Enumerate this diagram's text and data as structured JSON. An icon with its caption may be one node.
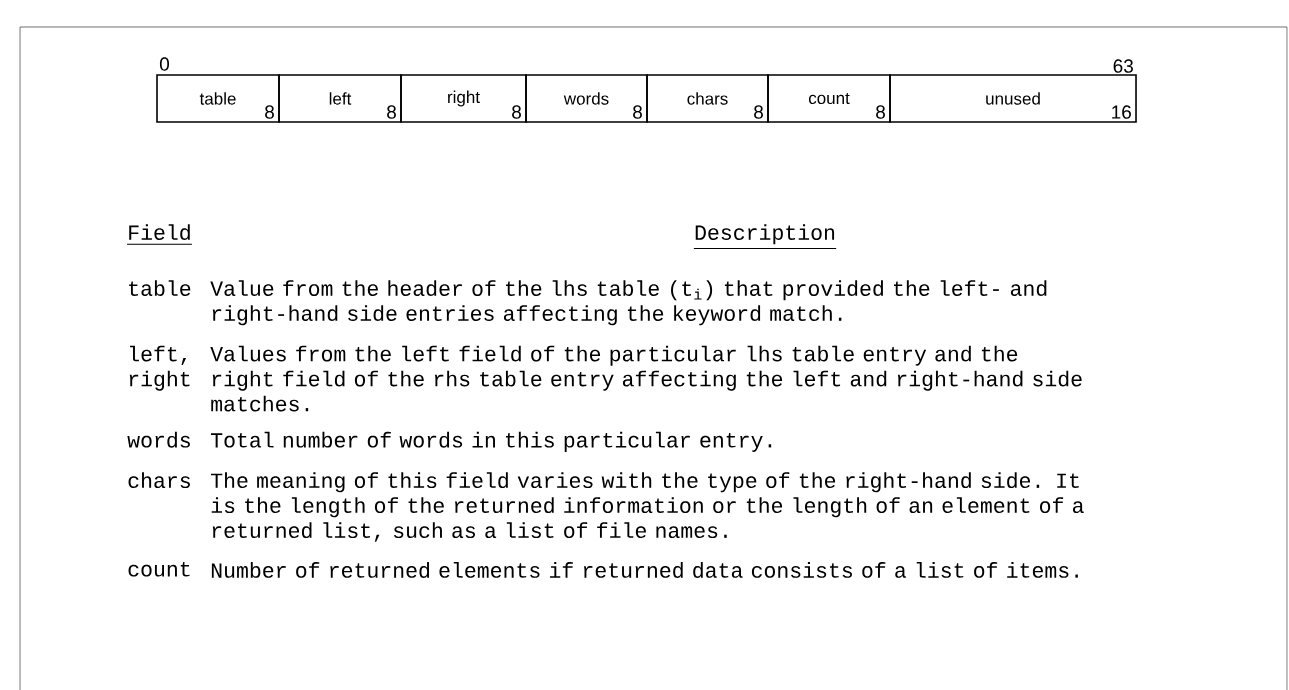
{
  "diagram": {
    "nodes": [
      {
        "text": [
          "table",
          "8"
        ]
      },
      {
        "text": [
          "left",
          "8"
        ]
      },
      {
        "text": [
          "right",
          "8"
        ]
      },
      {
        "text": [
          "words",
          "8"
        ]
      },
      {
        "text": [
          "chars",
          "8"
        ]
      },
      {
        "text": [
          "count",
          "8"
        ]
      },
      {
        "text": [
          "unused",
          "16"
        ]
      }
    ],
    "labels": [
      "0",
      "63",
      "Field",
      "Description",
      "table",
      "Value from the header of the lhs table (t$_{i}$) that provided the left- and right-hand side entries affecting the keyword match.",
      "left, right",
      "Values from the left field of the particular lhs table entry and the right field of the rhs table entry affecting the left and right-hand side matches.",
      "words",
      "Total number of words in this particular entry.",
      "chars",
      "The meaning of this field varies with the type of the right-hand side. It is the length of the returned information or the length of an element of a returned list, such as a list of file names.",
      "count",
      "Number of returned elements if returned data consists of a list of items."
    ]
  }
}
